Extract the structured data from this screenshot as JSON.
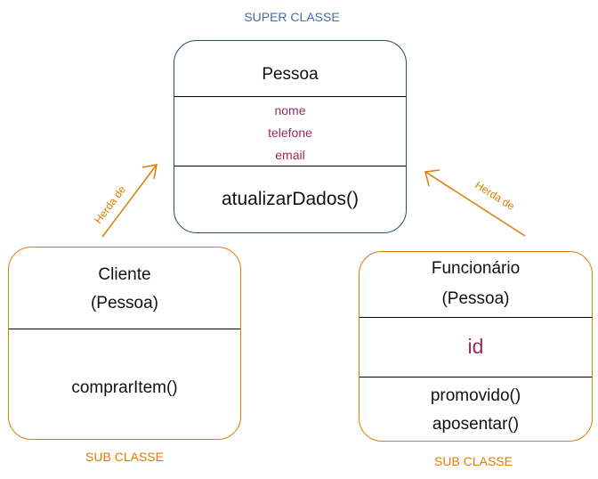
{
  "labels": {
    "super": "SUPER CLASSE",
    "sub_left": "SUB CLASSE",
    "sub_right": "SUB CLASSE"
  },
  "pessoa": {
    "name": "Pessoa",
    "attributes": [
      "nome",
      "telefone",
      "email"
    ],
    "methods": [
      "atualizarDados()"
    ]
  },
  "cliente": {
    "name_line1": "Cliente",
    "name_line2": "(Pessoa)",
    "methods": [
      "comprarItem()"
    ]
  },
  "funcionario": {
    "name_line1": "Funcionário",
    "name_line2": "(Pessoa)",
    "attributes": [
      "id"
    ],
    "methods": [
      "promovido()",
      "aposentar()"
    ]
  },
  "arrows": {
    "left_label": "Herda de",
    "right_label": "Herda de"
  },
  "colors": {
    "super_border": "#1f4e79",
    "sub_border": "#e07b00",
    "attribute_text": "#a0285a",
    "arrow": "#e07b00"
  }
}
